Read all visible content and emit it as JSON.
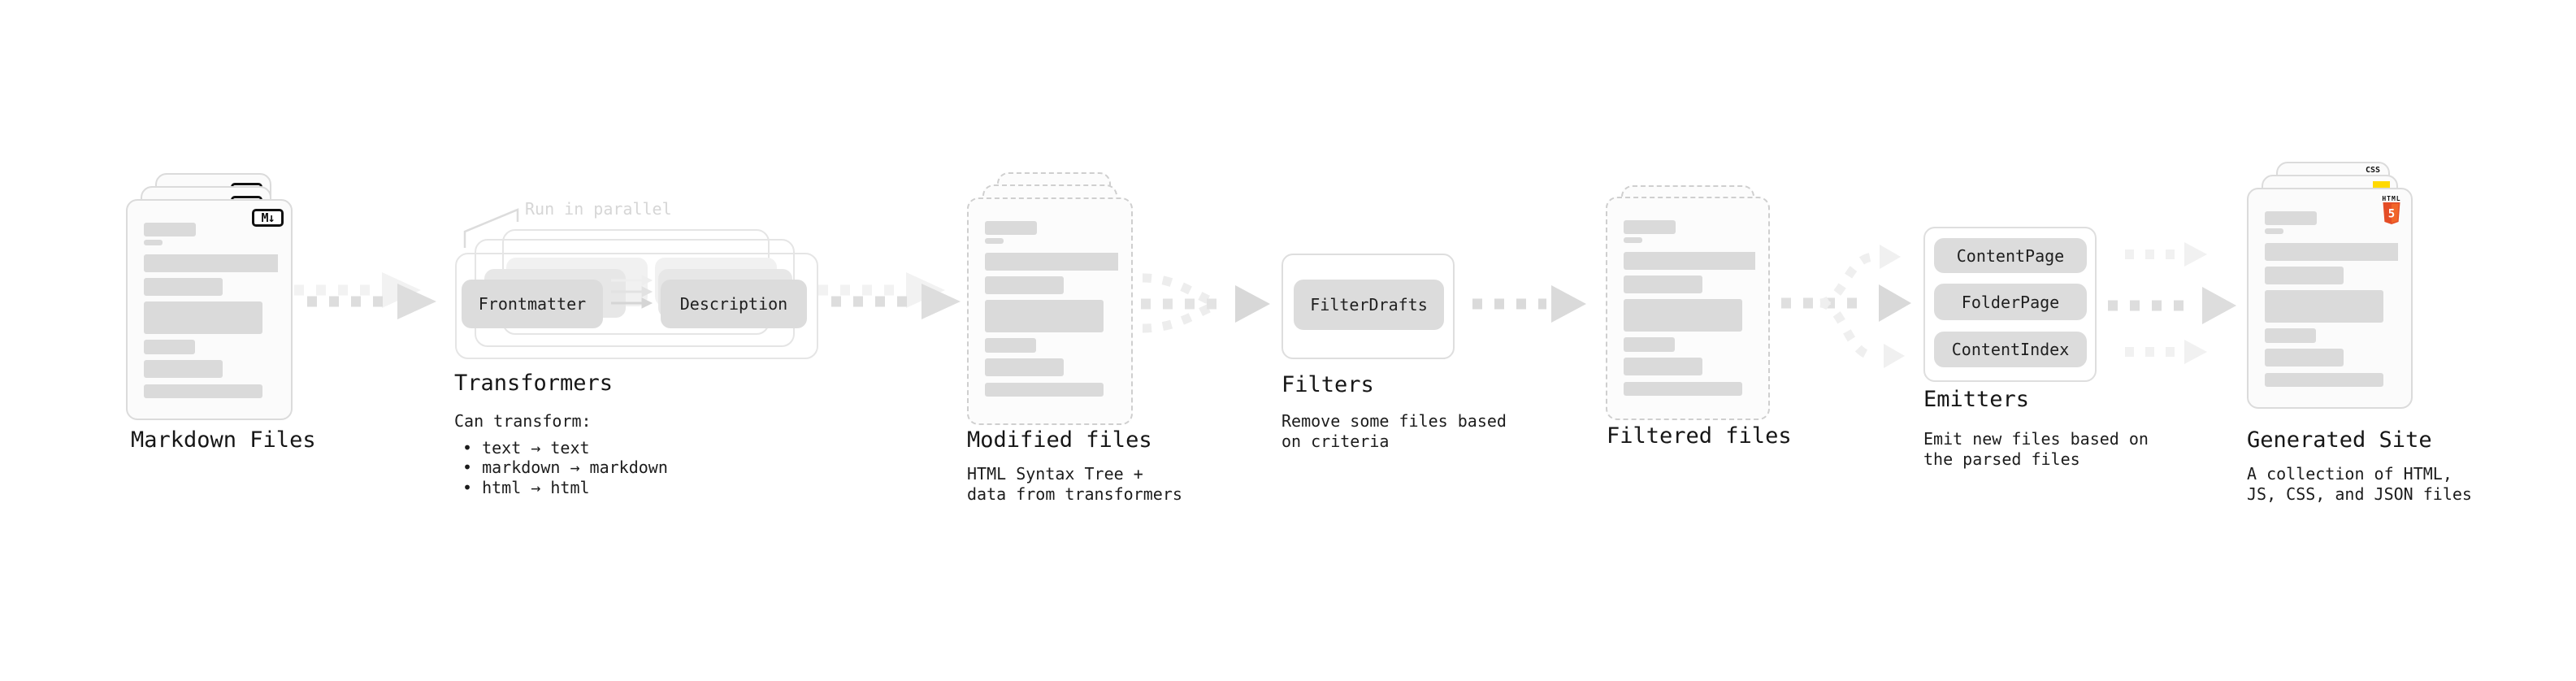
{
  "stages": {
    "markdown": {
      "label": "Markdown Files",
      "badge": "M↓"
    },
    "transformers": {
      "label": "Transformers",
      "note": "Run in parallel",
      "pill_left": "Frontmatter",
      "pill_right": "Description",
      "desc_heading": "Can transform:",
      "bullets": [
        "• text → text",
        "• markdown → markdown",
        "• html → html"
      ]
    },
    "modified": {
      "label": "Modified files",
      "desc": [
        "HTML Syntax Tree +",
        "data from transformers"
      ]
    },
    "filters": {
      "label": "Filters",
      "pill": "FilterDrafts",
      "desc": [
        "Remove some files based",
        "on criteria"
      ]
    },
    "filtered": {
      "label": "Filtered files"
    },
    "emitters": {
      "label": "Emitters",
      "pills": [
        "ContentPage",
        "FolderPage",
        "ContentIndex"
      ],
      "desc": [
        "Emit new files based on",
        "the parsed files"
      ]
    },
    "generated": {
      "label": "Generated Site",
      "desc": [
        "A collection of HTML,",
        "JS, CSS, and JSON files"
      ],
      "css_badge": "CSS",
      "html5_badge_text": "HTML",
      "html5_badge_number": "5"
    }
  },
  "colors": {
    "background": "#ffffff",
    "card_fill": "#fbfbfb",
    "card_border": "#dbdbdb",
    "dashed_border": "#cfcfcf",
    "placeholder_bar": "#dadada",
    "pill_fill": "#dcdcdc",
    "container_border": "#e5e5e5",
    "arrow_gray": "#dddddd",
    "arrow_light": "#f1f1f1",
    "text": "#161616",
    "faded_text": "#d6d6d6",
    "markdown_badge": "#101010",
    "css_blue": "#2f6be4",
    "js_yellow": "#ffd900",
    "html5_orange": "#e44d26"
  }
}
